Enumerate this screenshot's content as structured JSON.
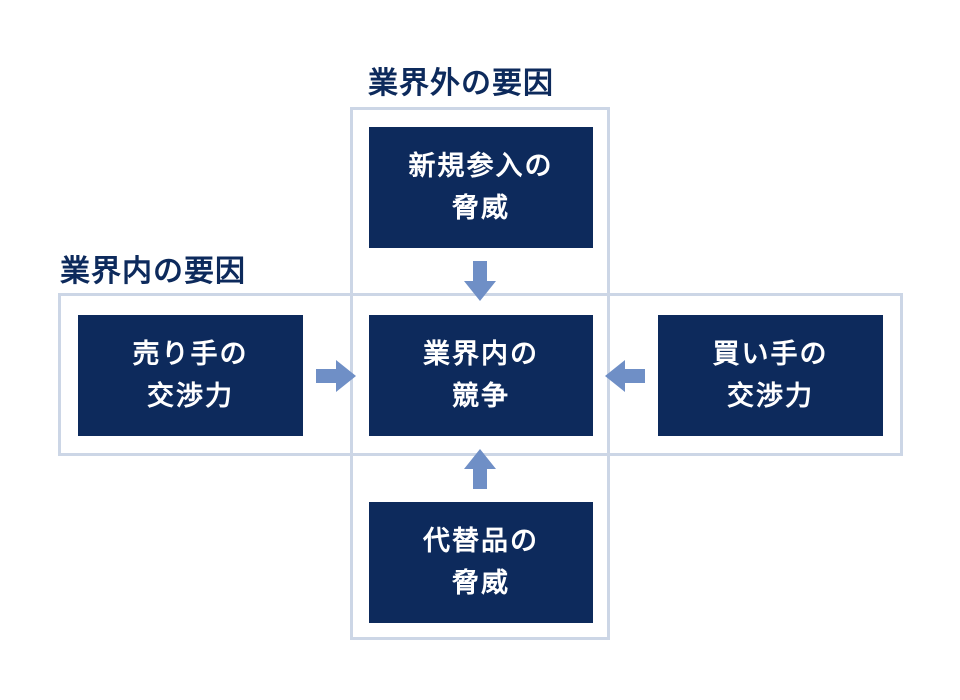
{
  "colors": {
    "box_fill": "#0d2a5c",
    "box_text": "#ffffff",
    "frame_border": "#ccd6e6",
    "arrow": "#6f8fc6",
    "label_text": "#0d2a5c"
  },
  "labels": {
    "external_factors": "業界外の要因",
    "internal_factors": "業界内の要因"
  },
  "forces": {
    "new_entrants": {
      "line1": "新規参入の",
      "line2": "脅威"
    },
    "rivalry": {
      "line1": "業界内の",
      "line2": "競争"
    },
    "suppliers": {
      "line1": "売り手の",
      "line2": "交渉力"
    },
    "buyers": {
      "line1": "買い手の",
      "line2": "交渉力"
    },
    "substitutes": {
      "line1": "代替品の",
      "line2": "脅威"
    }
  },
  "arrows": [
    {
      "from": "new_entrants",
      "to": "rivalry",
      "direction": "down",
      "icon": "arrow-down-icon"
    },
    {
      "from": "suppliers",
      "to": "rivalry",
      "direction": "right",
      "icon": "arrow-right-icon"
    },
    {
      "from": "buyers",
      "to": "rivalry",
      "direction": "left",
      "icon": "arrow-left-icon"
    },
    {
      "from": "substitutes",
      "to": "rivalry",
      "direction": "up",
      "icon": "arrow-up-icon"
    }
  ]
}
